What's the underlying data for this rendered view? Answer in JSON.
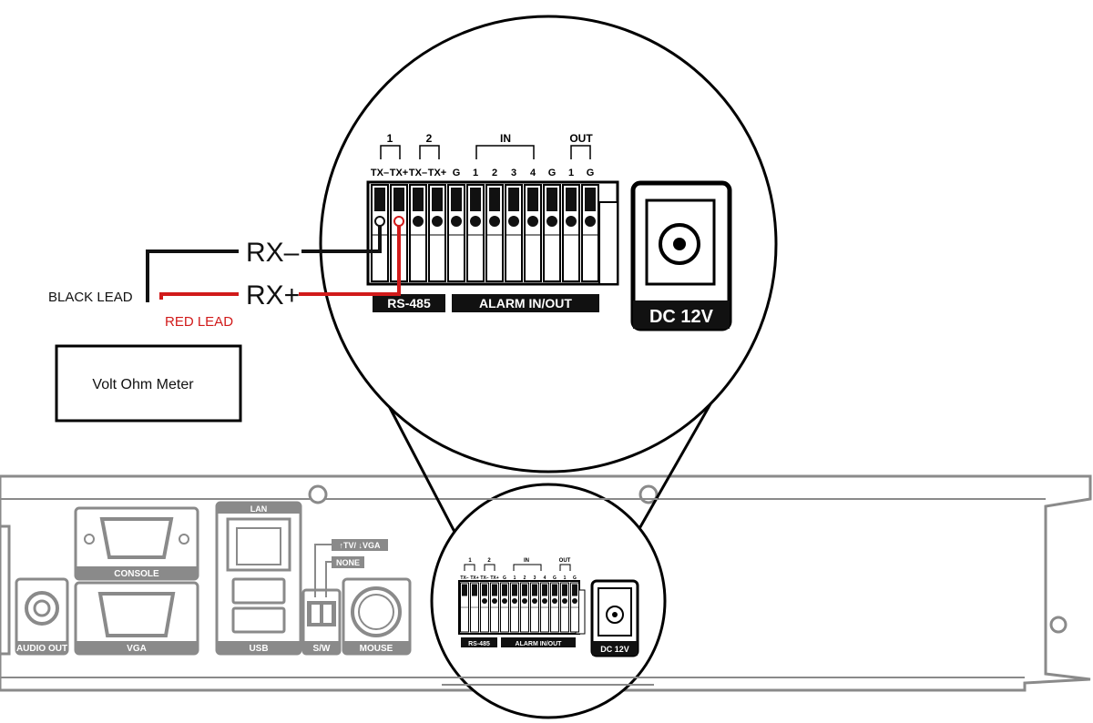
{
  "callouts": {
    "rx_minus": "RX–",
    "rx_plus": "RX+",
    "black_lead": "BLACK LEAD",
    "red_lead": "RED LEAD",
    "meter": "Volt Ohm Meter"
  },
  "zoom_connector": {
    "groups": {
      "g1": "1",
      "g2": "2",
      "in": "IN",
      "out": "OUT"
    },
    "pins": [
      "TX–",
      "TX+",
      "TX–",
      "TX+",
      "G",
      "1",
      "2",
      "3",
      "4",
      "G",
      "1",
      "G"
    ],
    "rs485": "RS-485",
    "alarm": "ALARM IN/OUT",
    "dc": "DC 12V"
  },
  "panel": {
    "console": "CONSOLE",
    "vga": "VGA",
    "lan": "LAN",
    "usb": "USB",
    "sw": "S/W",
    "mouse": "MOUSE",
    "audio_out": "AUDIO OUT",
    "tv_vga": "↑TV/ ↓VGA",
    "none": "NONE"
  },
  "small_connector": {
    "groups": {
      "g1": "1",
      "g2": "2",
      "in": "IN",
      "out": "OUT"
    },
    "pins": [
      "TX–",
      "TX+",
      "TX–",
      "TX+",
      "G",
      "1",
      "2",
      "3",
      "4",
      "G",
      "1",
      "G"
    ],
    "rs485": "RS-485",
    "alarm": "ALARM IN/OUT",
    "dc": "DC 12V"
  },
  "colors": {
    "red_lead": "#d11a1a",
    "black_lead": "#111111",
    "panel_gray": "#8a8a8a"
  }
}
